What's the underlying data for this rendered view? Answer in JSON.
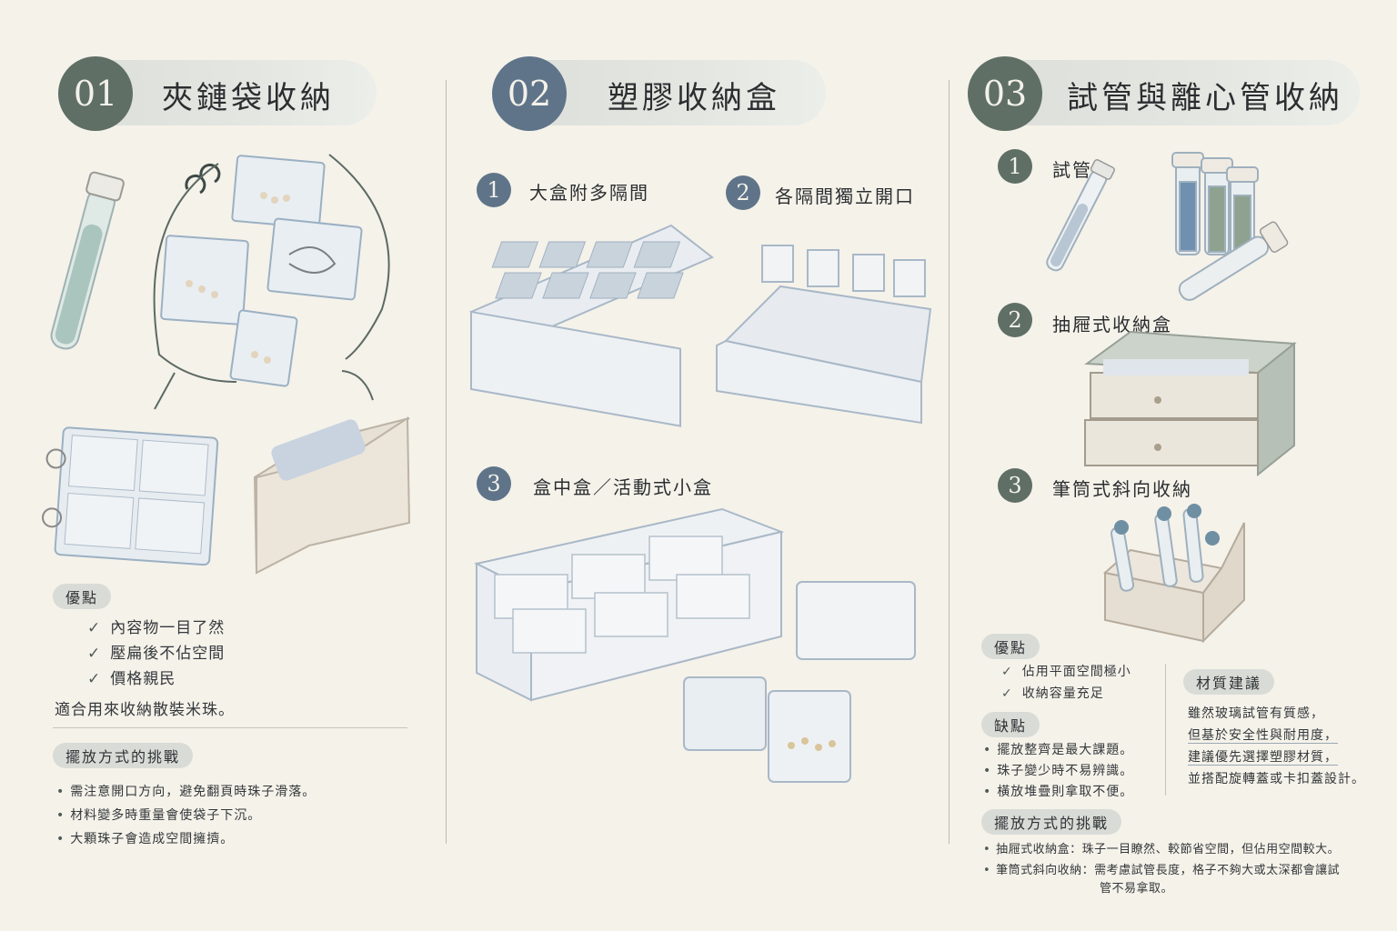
{
  "sections": [
    {
      "num": "01",
      "title": "夾鏈袋收納"
    },
    {
      "num": "02",
      "title": "塑膠收納盒"
    },
    {
      "num": "03",
      "title": "試管與離心管收納"
    }
  ],
  "s1": {
    "adv_label": "優點",
    "advantages": [
      "內容物一目了然",
      "壓扁後不佔空間",
      "價格親民"
    ],
    "summary": "適合用來收納散裝米珠。",
    "challenge_label": "擺放方式的挑戰",
    "challenges": [
      "需注意開口方向，避免翻頁時珠子滑落。",
      "材料變多時重量會使袋子下沉。",
      "大顆珠子會造成空間擁擠。"
    ]
  },
  "s2": {
    "items": [
      {
        "num": "1",
        "label": "大盒附多隔間"
      },
      {
        "num": "2",
        "label": "各隔間獨立開口"
      },
      {
        "num": "3",
        "label": "盒中盒／活動式小盒"
      }
    ]
  },
  "s3": {
    "items": [
      {
        "num": "1",
        "label": "試管"
      },
      {
        "num": "2",
        "label": "抽屜式收納盒"
      },
      {
        "num": "3",
        "label": "筆筒式斜向收納"
      }
    ],
    "adv_label": "優點",
    "advantages": [
      "佔用平面空間極小",
      "收納容量充足"
    ],
    "dis_label": "缺點",
    "disadvantages": [
      "擺放整齊是最大課題。",
      "珠子變少時不易辨識。",
      "橫放堆疊則拿取不便。"
    ],
    "material_label": "材質建議",
    "material": [
      "雖然玻璃試管有質感，",
      "但基於安全性與耐用度，",
      "建議優先選擇塑膠材質，",
      "並搭配旋轉蓋或卡扣蓋設計。"
    ],
    "challenge_label": "擺放方式的挑戰",
    "challenges": [
      "抽屜式收納盒：珠子一目瞭然、較節省空間，但佔用空間較大。",
      "筆筒式斜向收納：需考慮試管長度，格子不夠大或太深都會讓試"
    ],
    "challenge_cont": "管不易拿取。"
  },
  "colors": {
    "green_badge": "#5f6f65",
    "blue_badge": "#5f7489",
    "background": "#f5f2ea"
  }
}
